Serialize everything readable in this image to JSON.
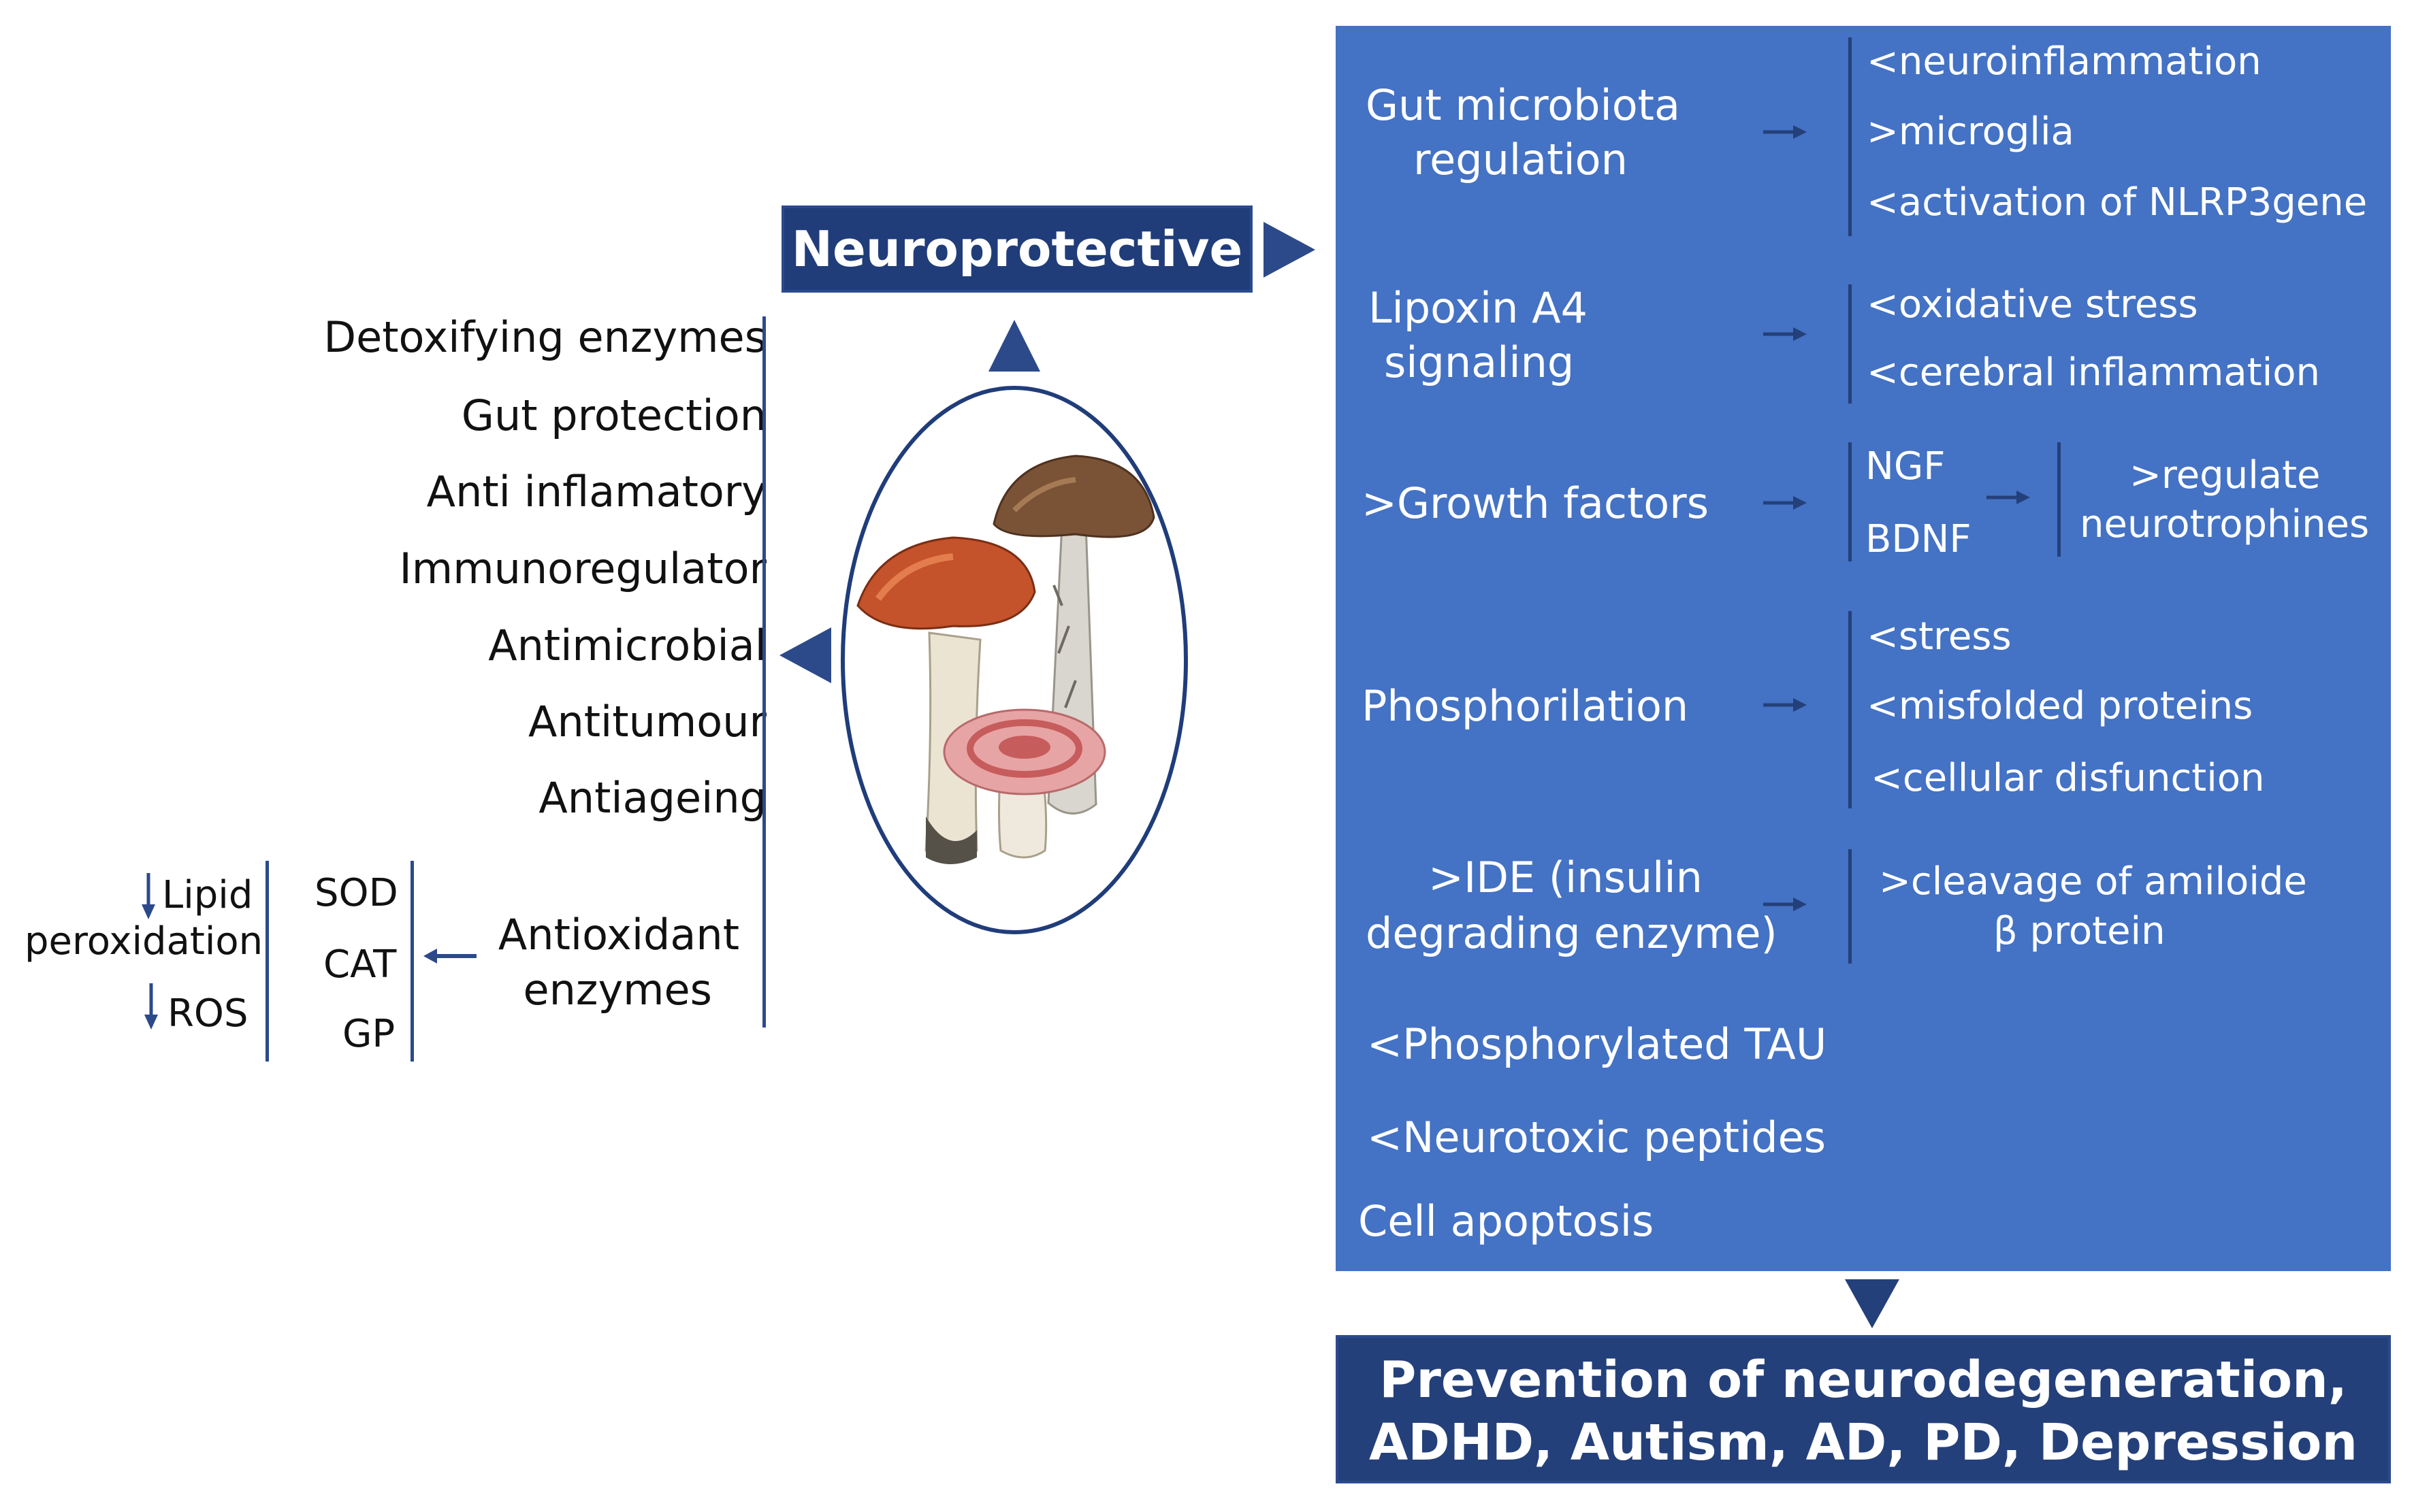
{
  "neuroprotective_label": "Neuroprotective",
  "effects": [
    "Detoxifying enzymes",
    "Gut protection",
    "Anti inflamatory",
    "Immunoregulator",
    "Antimicrobial",
    "Antitumour",
    "Antiageing"
  ],
  "antioxidant": {
    "label_line1": "Antioxidant",
    "label_line2": "enzymes",
    "enzymes": [
      "SOD",
      "CAT",
      "GP"
    ],
    "outcomes": {
      "lipid_line1": "Lipid",
      "lipid_line2": "peroxidation",
      "ros": "ROS"
    }
  },
  "mechanisms": {
    "gut": {
      "label_line1": "Gut microbiota",
      "label_line2": "regulation",
      "effects": [
        "<neuroinflammation",
        ">microglia",
        "<activation of NLRP3gene"
      ]
    },
    "lipoxin": {
      "label_line1": "Lipoxin A4",
      "label_line2": "signaling",
      "effects": [
        "<oxidative stress",
        "<cerebral inflammation"
      ]
    },
    "growth": {
      "label": ">Growth factors",
      "factors": [
        "NGF",
        "BDNF"
      ],
      "result_line1": ">regulate",
      "result_line2": "neurotrophines"
    },
    "phospho": {
      "label": "Phosphorilation",
      "effects": [
        "<stress",
        "<misfolded proteins",
        "<cellular disfunction"
      ]
    },
    "ide": {
      "label_line1": ">IDE (insulin",
      "label_line2": "degrading enzyme)",
      "result_line1": ">cleavage of amiloide",
      "result_line2": "β protein"
    },
    "tau": "<Phosphorylated TAU",
    "peptides": "<Neurotoxic peptides",
    "apoptosis": "Cell apoptosis"
  },
  "prevention_line1": "Prevention of neurodegeneration,",
  "prevention_line2": "ADHD, Autism, AD, PD, Depression",
  "colors": {
    "panel": "#4472c4",
    "dark": "#203d7a",
    "line": "#2c4a8a",
    "white": "#ffffff"
  }
}
